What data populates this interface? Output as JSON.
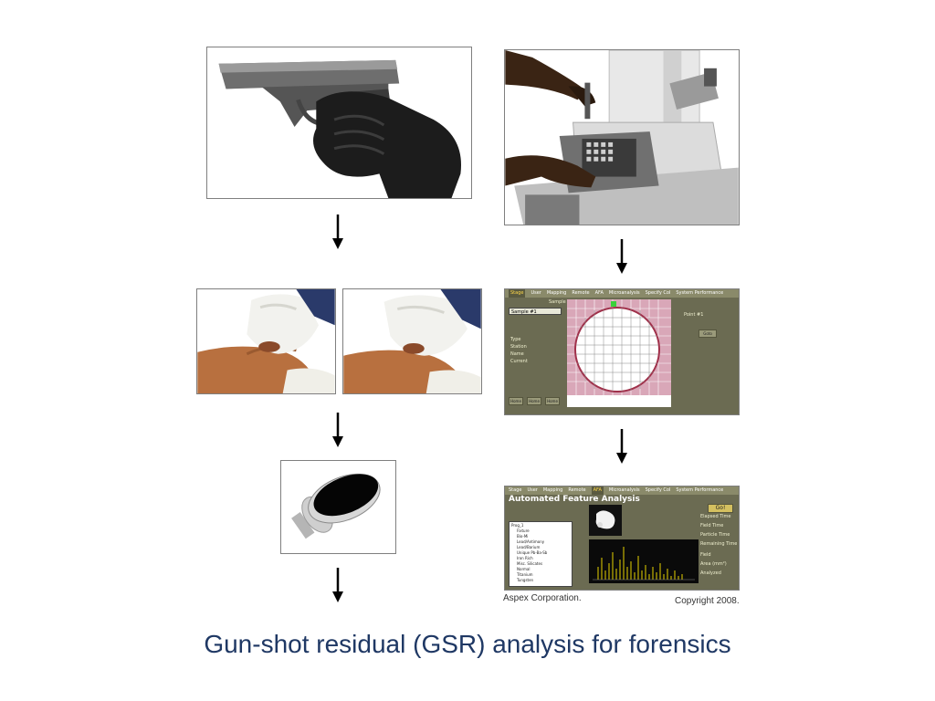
{
  "caption": "Gun-shot residual (GSR) analysis  for forensics",
  "credits": {
    "left": "Aspex Corporation.",
    "right": "Copyright 2008."
  },
  "stage_software": {
    "menu": [
      "Stage",
      "User",
      "Mapping",
      "Remote",
      "AFA",
      "Microanalysis",
      "Specify Col",
      "System Performance"
    ],
    "sample_label": "Sample",
    "sample_value": "Sample #1",
    "point_label": "Point #1",
    "goto_label": "Goto",
    "fields": [
      "Type",
      "Station",
      "Name",
      "Current"
    ],
    "buttons_bottom": [
      "Home",
      "Home",
      "Home"
    ]
  },
  "afa_software": {
    "menu": [
      "Stage",
      "User",
      "Mapping",
      "Remote",
      "AFA",
      "Microanalysis",
      "Specify Col",
      "System Performance"
    ],
    "title": "Automated Feature Analysis",
    "go_label": "Go!",
    "tree_items": [
      "Prog_1",
      "Fixture",
      "Bio-Mi",
      "Lead/Antimony",
      "Lead/Barium",
      "Unique Pb-Ba-Sb",
      "Iron Rich",
      "Misc. Silicates",
      "Normal",
      "Titanium",
      "Tungsten"
    ],
    "right_labels": [
      "Elapsed Time",
      "Field Time",
      "Particle Time",
      "Remaining Time",
      "Field",
      "Area (mm²)",
      "Analyzed"
    ]
  },
  "colors": {
    "caption": "#1f3864",
    "panel_border": "#7f7f7f",
    "software_bg": "#6b6b52",
    "grid_pink": "#d9a7b8",
    "spectrum_yellow": "#e6d200"
  }
}
